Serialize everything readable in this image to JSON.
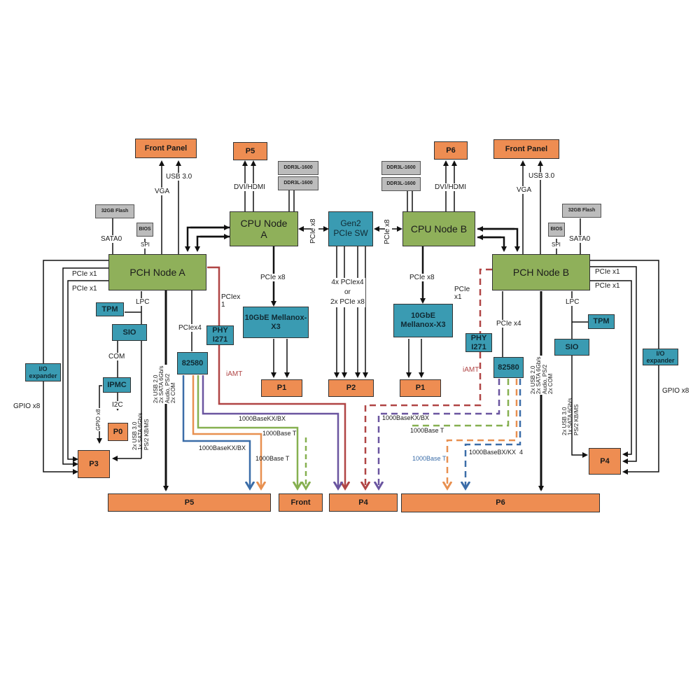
{
  "diagram": {
    "colors": {
      "port_block": "#ee8d52",
      "node_block": "#8fb05a",
      "device_block": "#3a9bb2",
      "memory_block": "#bcbcbc",
      "link_red": "#b04545",
      "link_purple": "#6a55a0",
      "link_green": "#86b050",
      "link_orange": "#e89050",
      "link_blue": "#3b6da8"
    },
    "left": {
      "front_panel": "Front Panel",
      "p5_top": "P5",
      "ddr1": "DDR3L-1600",
      "ddr2": "DDR3L-1600",
      "flash": "32GB Flash",
      "bios": "BIOS",
      "cpu": "CPU Node\nA",
      "pch": "PCH Node A",
      "tpm": "TPM",
      "sio": "SIO",
      "ipmc": "IPMC",
      "p0": "P0",
      "p3": "P3",
      "io_expander": "I/O expander",
      "phy": "PHY I271",
      "nic": "82580",
      "mellanox": "10GbE Mellanox-X3",
      "p1": "P1",
      "labels": {
        "vga": "VGA",
        "usb30": "USB 3.0",
        "dvi": "DVI/HDMI",
        "sata0": "SATA0",
        "spi": "SPI",
        "pcie_x1_a": "PCIe x1",
        "pcie_x1_b": "PCIe x1",
        "lpc": "LPC",
        "com": "COM",
        "i2c": "I2C",
        "gpio_x8_side": "GPIO x8",
        "gpio_x8_vert": "GPIO x8",
        "sio_bus": "2x USB 3.0\n1x SATA 6Gb/s\nPS/2 KB/MS",
        "pch_bus": "2x USB 2.0\n2x SATA 6Gb/s\nAudio, PS/2\n2x COM",
        "pciex4": "PCIex4",
        "pciex1": "PCIex\n1",
        "iamt": "iAMT",
        "pcie_x8_cpu": "PCIe x8",
        "kxbx_1": "1000BaseKX/BX",
        "base_t_1": "1000Base T",
        "kxbx_2": "1000BaseKX/BX",
        "base_t_2": "1000Base T"
      }
    },
    "center": {
      "switch": "Gen2\nPCIe SW",
      "pcie_x8_left": "PCIe x8",
      "pcie_x8_right": "PCIe x8",
      "lanes": "4x PCIex4\nor\n2x PCIe x8",
      "p2": "P2"
    },
    "right": {
      "front_panel": "Front Panel",
      "p6_top": "P6",
      "ddr1": "DDR3L-1600",
      "ddr2": "DDR3L-1600",
      "flash": "32GB Flash",
      "bios": "BIOS",
      "cpu": "CPU Node B",
      "pch": "PCH Node B",
      "tpm": "TPM",
      "sio": "SIO",
      "p4": "P4",
      "io_expander": "I/O expander",
      "phy": "PHY I271",
      "nic": "82580",
      "mellanox": "10GbE Mellanox-X3",
      "p1": "P1",
      "labels": {
        "vga": "VGA",
        "usb30": "USB 3.0",
        "dvi": "DVI/HDMI",
        "sata0": "SATA0",
        "spi": "SPI",
        "pcie_x1_a": "PCIe x1",
        "pcie_x1_b": "PCIe x1",
        "lpc": "LPC",
        "gpio_x8": "GPIO x8",
        "sio_bus": "2x USB 3.0\n1x SATA 6Gb/s\nPS/2 KB/MS",
        "pch_bus": "2x USB 2.0\n2x SATA 6Gb/s\nAudio, PS/2\n2x COM",
        "pcie_x4": "PCIe x4",
        "pcie_x1": "PCIe\nx1",
        "iamt": "iAMT",
        "pcie_x8_cpu": "PCIe x8",
        "kxbx": "1000BaseKX/BX",
        "base_t_1": "1000Base T",
        "base_t_2": "1000Base T",
        "bxkx4": "1000BaseBX/KX  4"
      }
    },
    "bottom": {
      "p5": "P5",
      "front": "Front",
      "p4": "P4",
      "p6": "P6"
    }
  }
}
